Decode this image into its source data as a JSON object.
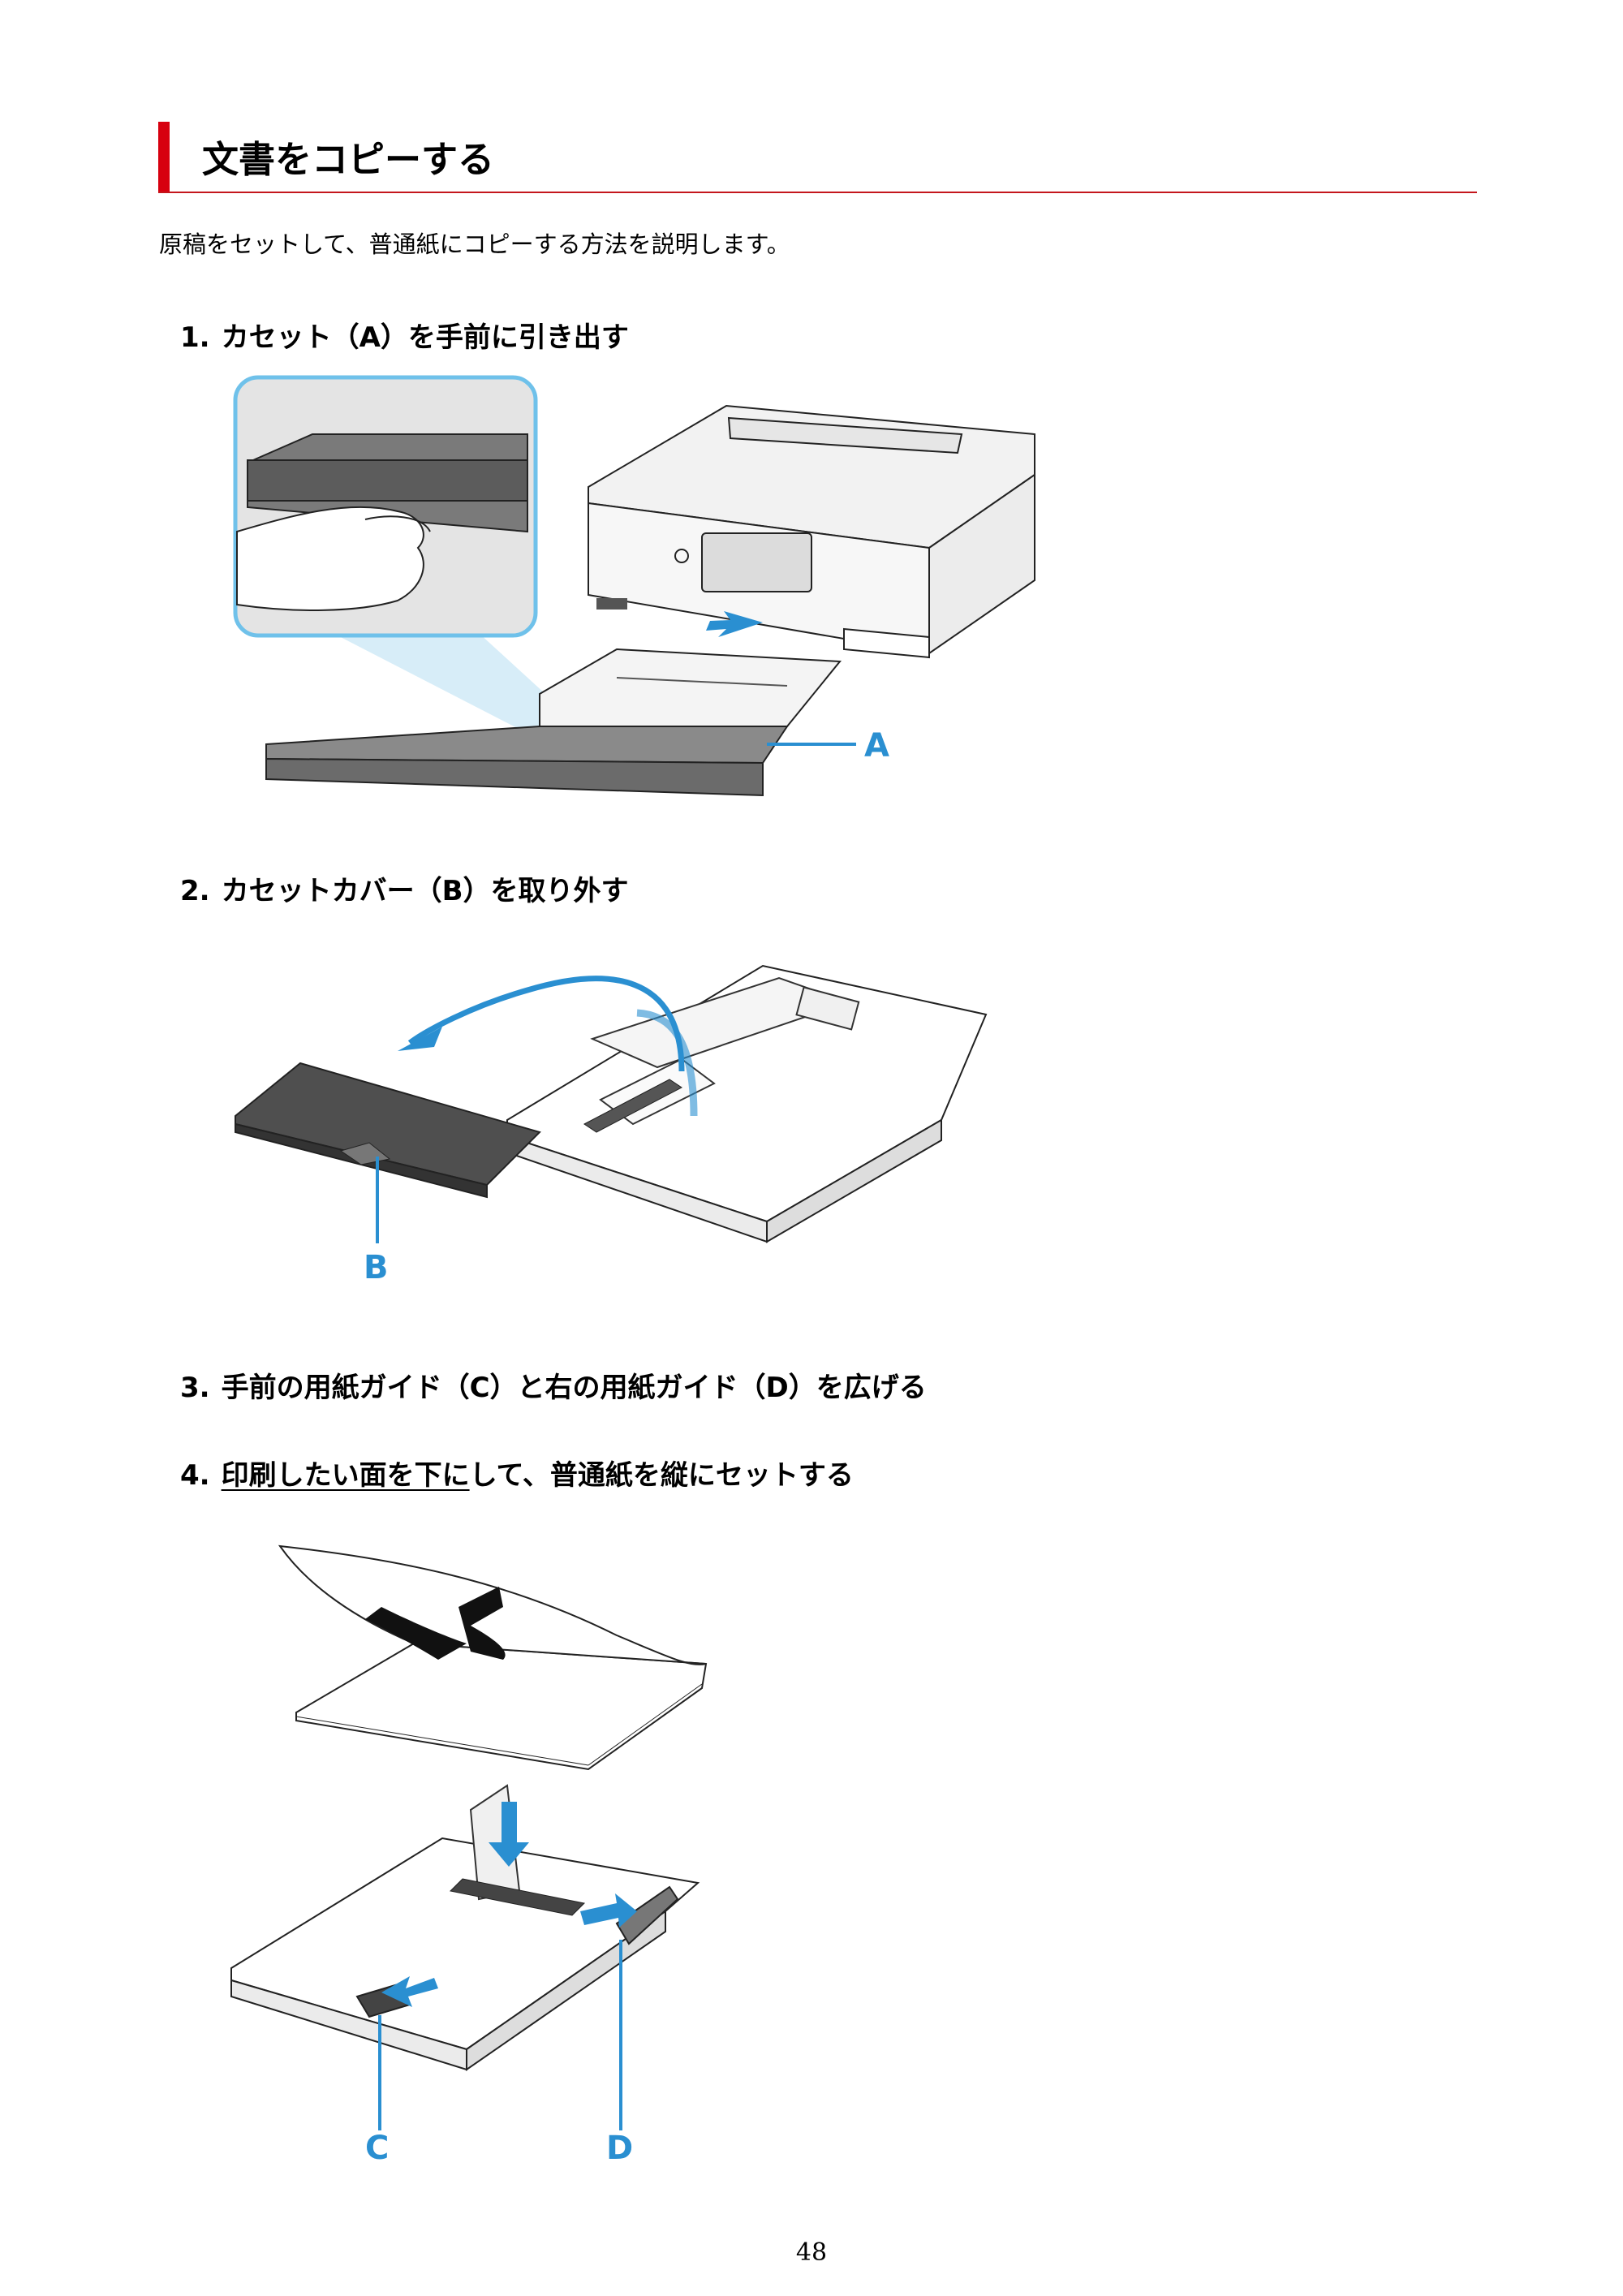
{
  "heading": {
    "title": "文書をコピーする"
  },
  "intro": "原稿をセットして、普通紙にコピーする方法を説明します。",
  "steps": [
    {
      "num": "1.",
      "text": "カセット（A）を手前に引き出す"
    },
    {
      "num": "2.",
      "text": "カセットカバー（B）を取り外す"
    },
    {
      "num": "3.",
      "text": "手前の用紙ガイド（C）と右の用紙ガイド（D）を広げる"
    },
    {
      "num": "4.",
      "underlined": "印刷したい面を下に",
      "text_after": "して、普通紙を縦にセットする"
    }
  ],
  "figures": {
    "fig1": {
      "callout": "A"
    },
    "fig2": {
      "callout": "B"
    },
    "fig3": {
      "callouts": [
        "C",
        "D"
      ]
    }
  },
  "colors": {
    "accent_red": "#d7000f",
    "callout_blue": "#2a8fd1"
  },
  "page_number": "48"
}
